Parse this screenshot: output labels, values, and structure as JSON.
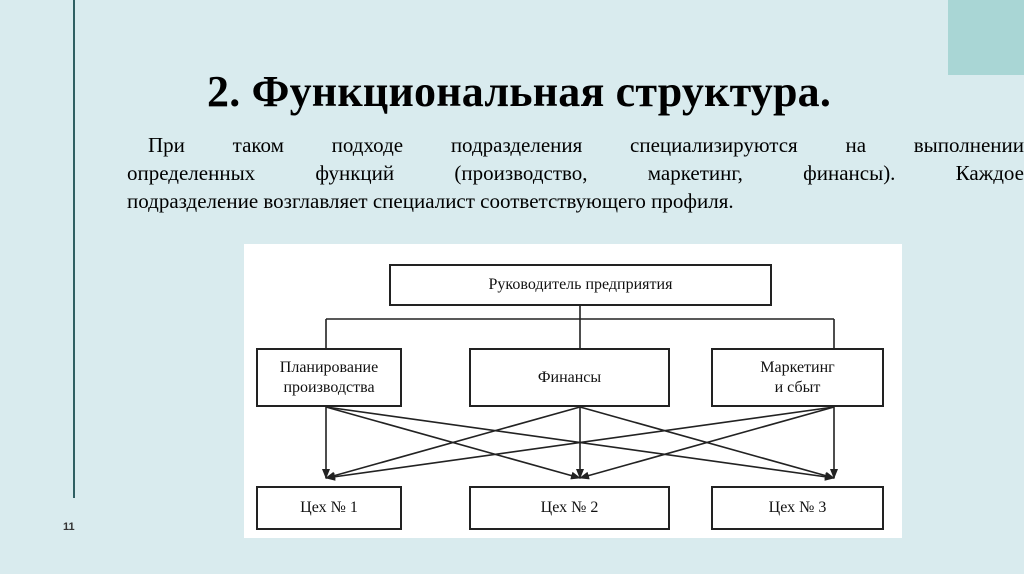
{
  "slide": {
    "title": "2. Функциональная структура.",
    "page_number": "11",
    "paragraph_lines": [
      "При таком подходе подразделения специализируются на выполнении",
      "определенных функций (производство, маркетинг, финансы). Каждое",
      "подразделение возглавляет специалист соответствующего профиля."
    ]
  },
  "diagram": {
    "root": "Руководитель предприятия",
    "functions": [
      "Планирование\nпроизводства",
      "Финансы",
      "Маркетинг\nи сбыт"
    ],
    "workshops": [
      "Цех № 1",
      "Цех № 2",
      "Цех № 3"
    ]
  },
  "colors": {
    "background": "#d9ebee",
    "accent_line": "#2f5f62",
    "corner_box": "#a9d6d5",
    "diagram_background": "#ffffff",
    "diagram_stroke": "#222222"
  }
}
